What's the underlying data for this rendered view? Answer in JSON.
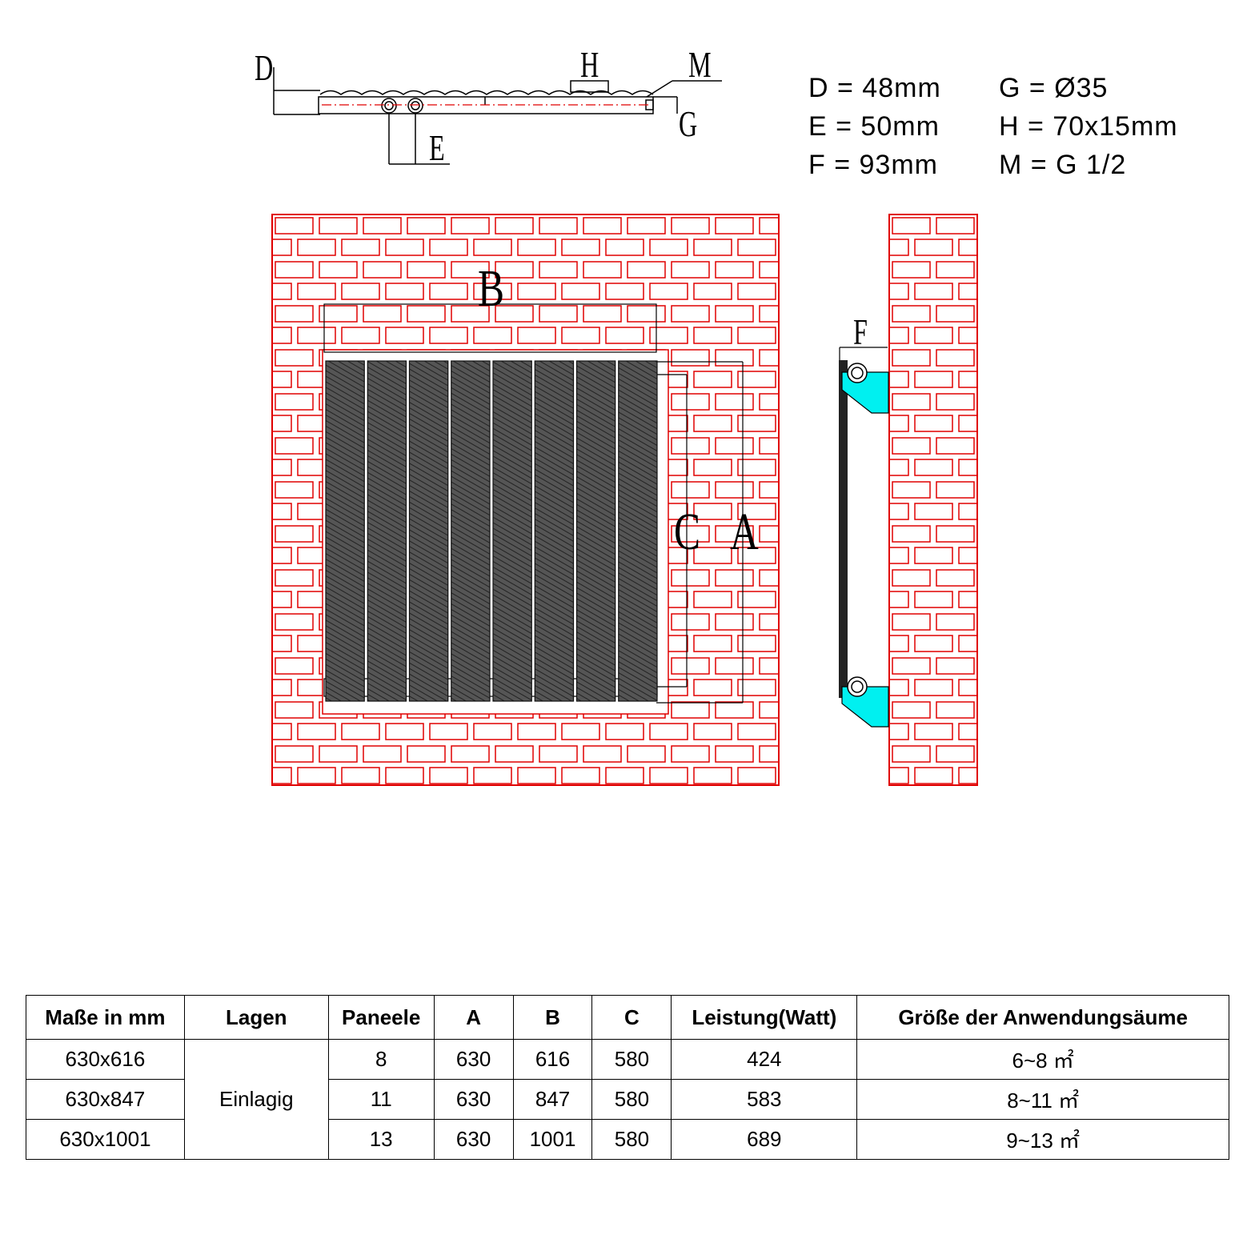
{
  "colors": {
    "brick": "#e00000",
    "panel": "#4a4a4a",
    "bracket": "#00f0f0",
    "line": "#000000"
  },
  "top_view": {
    "labels": {
      "d": "D",
      "h": "H",
      "m": "M",
      "g": "G",
      "e": "E"
    }
  },
  "front_view": {
    "labels": {
      "b": "B",
      "c": "C",
      "a": "A"
    },
    "panel_count": 8
  },
  "side_view": {
    "labels": {
      "f": "F"
    }
  },
  "specs": {
    "d": "D = 48mm",
    "e": "E = 50mm",
    "f": "F = 93mm",
    "g": "G = Ø35",
    "h": "H = 70x15mm",
    "m": "M = G 1/2"
  },
  "table": {
    "headers": [
      "Maße in mm",
      "Lagen",
      "Paneele",
      "A",
      "B",
      "C",
      "Leistung(Watt)",
      "Größe der Anwendungsäume"
    ],
    "lagen": "Einlagig",
    "rows": [
      {
        "size": "630x616",
        "paneele": "8",
        "a": "630",
        "b": "616",
        "c": "580",
        "watt": "424",
        "area": "6~8 ㎡"
      },
      {
        "size": "630x847",
        "paneele": "11",
        "a": "630",
        "b": "847",
        "c": "580",
        "watt": "583",
        "area": "8~11 ㎡"
      },
      {
        "size": "630x1001",
        "paneele": "13",
        "a": "630",
        "b": "1001",
        "c": "580",
        "watt": "689",
        "area": "9~13 ㎡"
      }
    ]
  }
}
